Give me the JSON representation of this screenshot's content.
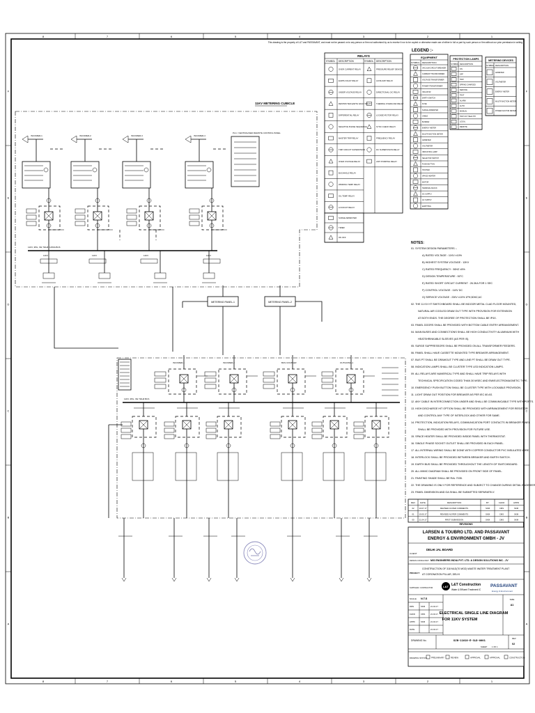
{
  "header_note": "This drawing is the property of L&T and PASSAVANT, and must not be passed on to any person or firm not authorised by us to receive it nor to be copied or otherwise made use of either in full or part by such person or firm without our prior permission in writing",
  "legend": {
    "title": "LEGEND :-",
    "relays": {
      "title": "RELAYS",
      "col_symbol": "SYMBOL",
      "col_description": "DESCRIPTION",
      "items": [
        "OVER CURRENT RELAY",
        "EARTH FAULT RELAY",
        "UNDER VOLTAGE RELAY",
        "RESTRICTED EARTH FAULT RELAY",
        "DIFFERENTIAL RELAY",
        "NEGATIVE PHASE SEQUENCE",
        "MASTER TRIP RELAY",
        "TRIP CIRCUIT SUPERVISION",
        "OVER VOLTAGE RELAY",
        "BUCHHOLZ RELAY",
        "WINDING TEMP. RELAY",
        "OIL TEMP. RELAY",
        "LOCKOUT RELAY",
        "PRESSURE RELIEF DEVICE",
        "AUXILIARY RELAY",
        "DIRECTIONAL O/C RELAY",
        "THERMAL OVERLOAD RELAY",
        "LOCKED ROTOR RELAY",
        "SYNC CHECK RELAY",
        "FREQUENCY RELAY",
        "DC SUPERVISION RELAY",
        "ANTI PUMPING RELAY",
        "SURGE ARRESTER",
        "TIMER",
        "ON OFF"
      ]
    },
    "equipment": {
      "title": "EQUIPMENT",
      "col_symbol": "SYMBOL",
      "col_description": "DESCRIPTION",
      "items": [
        "VACUUM CIRCUIT BREAKER",
        "CURRENT TRANSFORMER",
        "VOLTAGE TRANSFORMER",
        "POWER TRANSFORMER",
        "ISOLATOR",
        "EARTH SWITCH",
        "FUSE",
        "SURGE ARRESTER",
        "CABLE",
        "BUSBAR",
        "ENERGY METER",
        "MULTIFUNCTION METER",
        "AMMETER",
        "VOLTMETER",
        "INDICATING LAMP",
        "SELECTOR SWITCH",
        "PUSH BUTTON",
        "HOOTER",
        "SPACE HEATER",
        "MOTOR",
        "TERMINAL BLOCK",
        "DC SUPPLY",
        "AC SUPPLY",
        "EARTHING"
      ]
    },
    "protection_lamps": {
      "title": "PROTECTION LAMPS",
      "col_symbol": "SYMBOL",
      "col_description": "DESCRIPTION",
      "items": [
        "ON",
        "OFF",
        "TRIP",
        "SPRING CHARGED",
        "SERVICE",
        "TEST",
        "ALARM",
        "AUTO",
        "MANUAL",
        "TRIP CKT HEALTHY",
        "LOCAL",
        "REMOTE"
      ]
    },
    "metering_devices": {
      "title": "METERING DEVICES",
      "col_symbol": "SYMBOL",
      "col_description": "DESCRIPTION",
      "items": [
        "AMMETER",
        "VOLTMETER",
        "ENERGY METER",
        "MULTIFUNCTION METER",
        "POWER FACTOR METER"
      ]
    }
  },
  "diagram": {
    "top_label": "11KV METERING CUBICLE",
    "plc_label": "PLC / CENTRALISED REMOTE CONTROL PANEL",
    "incomers": [
      "INCOMER-1",
      "INCOMER-2",
      "INCOMER-3",
      "INCOMER-4"
    ],
    "bus_label": "11KV, 3PH, 3W, 50HZ, 1250A BUS",
    "metering_panels": [
      "METERING PANEL-1",
      "METERING PANEL-2"
    ],
    "lower_bus_label": "11KV, 3PH, 3W, 50HZ BUS",
    "feeders": [
      "INCOMER-1",
      "INCOMER-2",
      "BUS COUPLER",
      "OUTGOING-1"
    ]
  },
  "notes": {
    "title": "NOTES:",
    "items": [
      "01. SYSTEM DESIGN PARAMETERS :-",
      "A) RATED VOLTAGE : 11KV ±10%",
      "B) HIGHEST SYSTEM VOLTAGE : 12KV",
      "C) RATED FREQUENCY : 50HZ ±5%",
      "D) DESIGN TEMPERATURE : 50°C",
      "E) RATED SHORT CIRCUIT CURRENT : 26.3KA FOR 1 SEC",
      "F) CONTROL VOLTAGE : 110V DC",
      "G) SERVICE VOLTAGE : 230V ±10% 1PH,50HZ,AC",
      "02. THE 11 KV HT SWITCHBOARD SHALL BE INDOOR METAL CLAD FLOOR MOUNTED,",
      "NATURAL AIR COOLED DRAW OUT TYPE WITH PROVISION FOR EXTENSION",
      "AT BOTH ENDS. THE DEGREE OF PROTECTION SHALL BE IP4X.",
      "03. PANEL DOORS SHALL BE PROVIDED WITH BOTTOM CABLE ENTRY ARRANGEMENT.",
      "04. MAIN BUSES AND CONNECTIONS SHALL BE HIGH CONDUCTIVITY ALUMINIUM WITH",
      "HEATSHRINKABLE SLEEVES (AS PER IS).",
      "05. SURGE SUPPRESSORS SHALL BE PROVIDED ON ALL TRANSFORMER FEEDERS.",
      "06. PANEL SHALL HAVE CASSETTE MOUNTED TYPE BREAKER ARRANGEMENT.",
      "07. BUS PT SHALL BE DRAWOUT TYPE AND LINE PT SHALL BE DRAW OUT TYPE.",
      "08. INDICATION LAMPS SHALL BE CLUSTER TYPE LED INDICATION LAMPS.",
      "09. ALL RELAYS ARE NUMERICAL TYPE AND SHALL HAVE TRIP RELAYS WITH",
      "TECHNICAL SPECIFICATION CODED THAN 30 MSEC AND EMI/ELECTROMAGNETIC TYPE.",
      "10. EMERGENCY PUSH BUTTON SHALL BE CLUSTER TYPE WITH LOCKABLE PROVISION.",
      "11. LIGHT DRAW OUT POSITION FOR BREAKER AS PER IEC 60 AS.",
      "12. ANY CABLE IN INTERCONNECTION UNDER AND SHALL BE COMMUNICABLE TYPE WITH PORTS.",
      "13. HIGH DISCHARGE HIT OPTION SHALL BE PROVIDED WITH ARRANGEMENT FOR RESISTOR",
      "AND CONTROL ANY TYPE OF INTERLOCK AND OTHER FOR SAME.",
      "14. PROTECTION, INDICATION RELAYS, COMMUNICATION PORT CONTACTS IN BREAKER PANEL",
      "SHALL BE PROVIDED WITH PROVISION FOR FUTURE USE.",
      "15. SPACE HEATER SHALL BE PROVIDED INSIDE PANEL WITH THERMOSTAT.",
      "16. SINGLE PHASE SOCKET OUTLET SHALL BE PROVIDED IN EACH PANEL.",
      "17. ALL INTERNAL WIRING SHALL BE DONE WITH COPPER CONDUCTOR PVC INSULATED WIRE.",
      "18. INTERLOCK SHALL BE PROVIDED BETWEEN BREAKER AND EARTH SWITCH.",
      "19. EARTH BUS SHALL BE PROVIDED THROUGHOUT THE LENGTH OF SWITCHBOARD.",
      "20. ALL MIMIC DIAGRAM SHALL BE PROVIDED ON FRONT SIDE OF PANEL.",
      "21. PAINTING SHADE SHALL BE RAL 7035.",
      "22. THE DRAWING IS ONLY FOR REFERENCE AND SUBJECT TO CHANGE DURING DETAIL ENGINEERING.",
      "23. PANEL DIMENSION AND GA SHALL BE SUBMITTED SEPARATELY."
    ]
  },
  "revisions": {
    "rows": [
      [
        "02",
        "10.07.17",
        "REVISED AS PER COMMENTS",
        "SKM",
        "CMS",
        "SKM"
      ],
      [
        "01",
        "15.05.17",
        "REVISED AS PER COMMENTS",
        "SKM",
        "CMS",
        "SKM"
      ],
      [
        "00",
        "21.04.17",
        "FIRST SUBMISSION",
        "SKM",
        "CMS",
        "SKM"
      ]
    ],
    "headers": [
      "REV",
      "DATE",
      "DESCRIPTION",
      "BY",
      "CHKD",
      "APPD"
    ],
    "section_label": "REVISIONS"
  },
  "title_block": {
    "contractor_line1": "LARSEN & TOUBRO LTD. AND PASSAVANT",
    "contractor_line2": "ENERGY & ENVIRONMENT GMBH - JV",
    "client_label": "CLIENT",
    "client": "DELHI JAL BOARD",
    "consultant_label": "DESIGN CONSULTANT",
    "consultant": "M/S ENGINEERS INDIA PVT. LTD. & DESIGN SOLUTIONS INC - JV",
    "project_label": "PROJECT",
    "project_line1": "CONSTRUCTION OF 318 MLD(70 MGD) WASTE WATER TREATMENT PLANT",
    "project_line2": "AT CORONATION PILLAR, DELHI",
    "supplier_label": "SUPPLIER / CONTRACTOR",
    "lt_name": "L&T Construction",
    "lt_sub": "Water & Effluent Treatment IC",
    "passavant_name": "PASSAVANT",
    "passavant_sub": "Energy & Environment",
    "scale_label": "SCALE",
    "scale": "N.T.S",
    "drawing_title_line1": "ELECTRICAL SINGLE LINE DIAGRAM",
    "drawing_title_line2": "FOR 11KV SYSTEM",
    "sign_rows": [
      [
        "DRN",
        "SKM",
        "21.04.17"
      ],
      [
        "CHKD",
        "CMS",
        "21.04.17"
      ],
      [
        "APPD",
        "SKM",
        "21.04.17"
      ],
      [
        "DATE",
        "",
        "21.04.17"
      ]
    ],
    "size_label": "SIZE",
    "size": "A1",
    "drawing_no_label": "DRAWING No.",
    "drawing_no": "DJB-11018-E-SLD-0001",
    "rev_label": "REV",
    "rev": "02",
    "sheet_label": "SHEET",
    "sheet": "1 OF 1",
    "status_label": "DRAWING STATUS",
    "status_options": [
      "PRELIMINARY",
      "REVIEW",
      "APPROVAL",
      "APPROVAL",
      "CONSTRUCTION"
    ]
  },
  "frame": {
    "columns": [
      "8",
      "7",
      "6",
      "5",
      "4",
      "3",
      "2",
      "1"
    ],
    "rows": [
      "F",
      "E",
      "D",
      "C",
      "B",
      "A"
    ]
  }
}
